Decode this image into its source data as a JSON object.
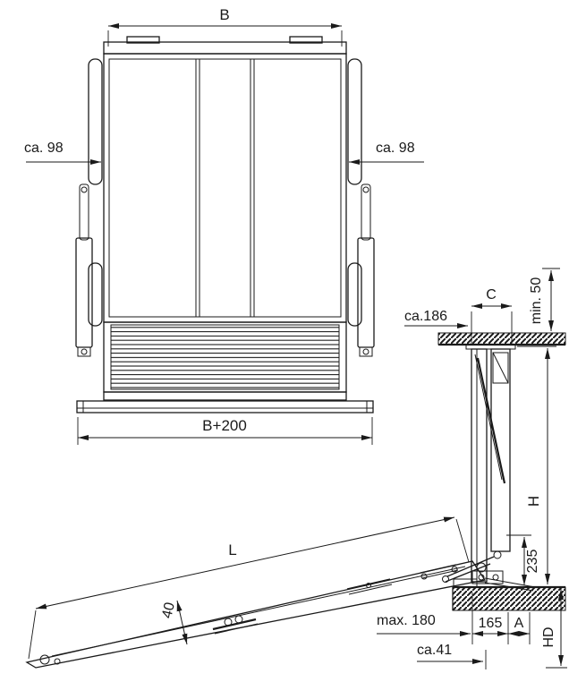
{
  "drawing": {
    "background": "#ffffff",
    "line_color": "#1a1a1a",
    "front_view": {
      "dim_width_top": "B",
      "dim_width_bottom": "B+200",
      "dim_offset_left": "ca. 98",
      "dim_offset_right": "ca. 98"
    },
    "side_view": {
      "dim_mast_depth": "C",
      "dim_ceiling_clearance": "min. 50",
      "dim_mast_offset": "ca.186",
      "dim_interior_height": "H",
      "dim_pivot_height": "235",
      "dim_ramp_length": "L",
      "dim_ramp_thickness": "40",
      "dim_max_clearance": "max. 180",
      "dim_bracket_depth": "165",
      "dim_gap": "A",
      "dim_loading_height": "HD",
      "dim_tip_offset": "ca.41"
    }
  }
}
